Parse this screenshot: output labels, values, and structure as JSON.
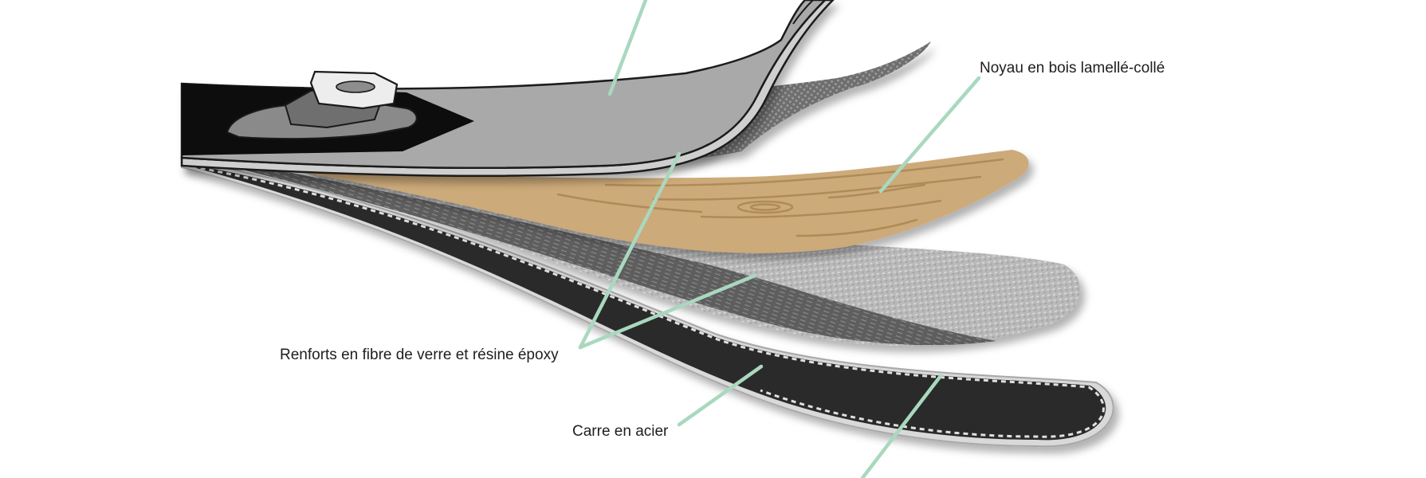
{
  "labels": {
    "wood_core": "Noyau en bois lamellé-collé",
    "fiberglass": "Renforts en fibre de verre et résine époxy",
    "steel_edge": "Carre en acier"
  },
  "colors": {
    "leader_line": "#a9d8bf",
    "wood": "#cdaa79",
    "wood_grain": "#a98654",
    "topsheet": "#a9a9a9",
    "base": "#2a2a2a",
    "binding": "#8a8a8a"
  }
}
